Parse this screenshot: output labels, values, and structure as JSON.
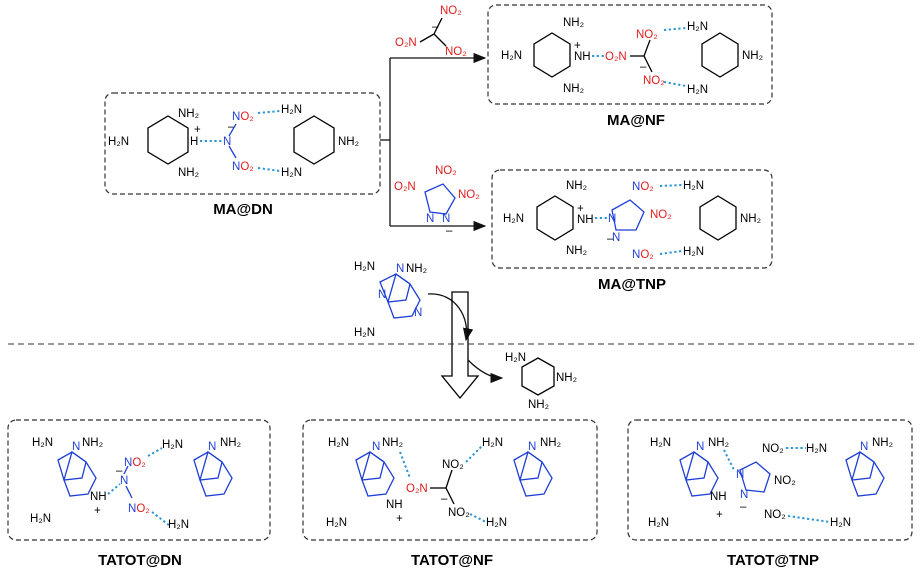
{
  "captions": {
    "ma_dn": "MA@DN",
    "ma_nf": "MA@NF",
    "ma_tnp": "MA@TNP",
    "tatot_dn": "TATOT@DN",
    "tatot_nf": "TATOT@NF",
    "tatot_tnp": "TATOT@TNP"
  },
  "atoms": {
    "nh2": "NH₂",
    "h2n": "H₂N",
    "no2": "NO₂",
    "o2n": "O₂N",
    "nh": "NH",
    "n": "N",
    "h": "H",
    "plus": "+",
    "minus": "–",
    "nh_plus": "NH",
    "c_minus": "–"
  },
  "colors": {
    "nitrogen": "#1f3fd6",
    "oxygen": "#e11c1c",
    "carbon": "#000000",
    "hbond": "#2a93d5"
  }
}
